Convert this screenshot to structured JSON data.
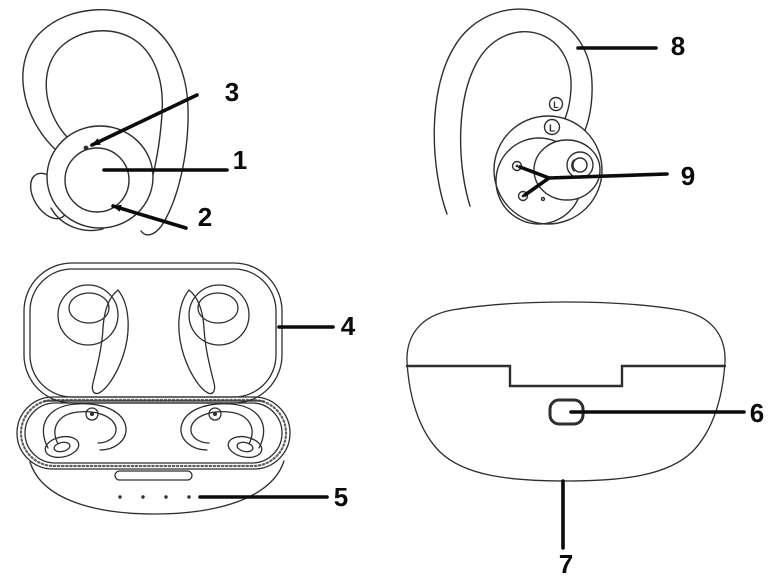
{
  "figure": {
    "background_color": "#ffffff",
    "art_line_color": "#2e2e2e",
    "callout_line_color": "#0b0b0b",
    "label_color": "#0a0a0a",
    "callouts": [
      {
        "number": "1"
      },
      {
        "number": "2"
      },
      {
        "number": "3"
      },
      {
        "number": "4"
      },
      {
        "number": "5"
      },
      {
        "number": "6"
      },
      {
        "number": "7"
      },
      {
        "number": "8"
      },
      {
        "number": "9"
      }
    ],
    "markings": {
      "left_badge": "L"
    }
  }
}
